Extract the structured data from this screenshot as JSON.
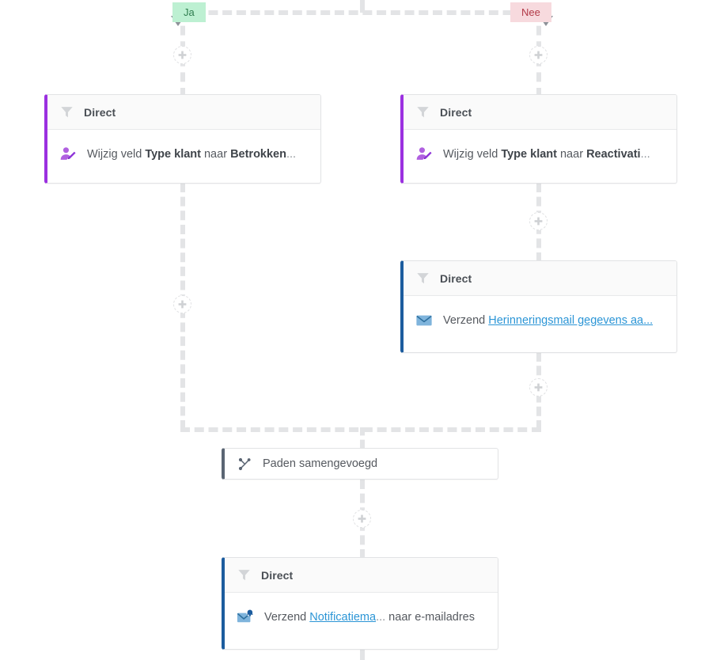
{
  "workflow": {
    "branch_labels": {
      "yes": "Ja",
      "no": "Nee"
    },
    "colors": {
      "accent_purple": "#9b30e0",
      "accent_blue": "#1c5c9e",
      "link_blue": "#2b95d6",
      "yes_bg": "#bdf0d2",
      "yes_text": "#2f7d4f",
      "no_bg": "#f7dade",
      "no_text": "#b23a48",
      "connector": "#e3e4e6"
    },
    "cards": [
      {
        "id": "card-left-wijzig",
        "header_label": "Direct",
        "header_icon": "funnel-icon",
        "body_icon": "user-edit-icon",
        "accent": "purple",
        "text_parts": [
          {
            "type": "plain",
            "text": "Wijzig veld "
          },
          {
            "type": "bold",
            "text": "Type klant"
          },
          {
            "type": "plain",
            "text": " naar "
          },
          {
            "type": "bold",
            "text": "Betrokken"
          },
          {
            "type": "ellipsis",
            "text": "..."
          }
        ],
        "full_text": "Wijzig veld Type klant naar Betrokken..."
      },
      {
        "id": "card-right-wijzig",
        "header_label": "Direct",
        "header_icon": "funnel-icon",
        "body_icon": "user-edit-icon",
        "accent": "purple",
        "text_parts": [
          {
            "type": "plain",
            "text": "Wijzig veld "
          },
          {
            "type": "bold",
            "text": "Type klant"
          },
          {
            "type": "plain",
            "text": " naar "
          },
          {
            "type": "bold",
            "text": "Reactivati"
          },
          {
            "type": "ellipsis",
            "text": "..."
          }
        ],
        "full_text": "Wijzig veld Type klant naar Reactivati..."
      },
      {
        "id": "card-right-herinnering",
        "header_label": "Direct",
        "header_icon": "funnel-icon",
        "body_icon": "envelope-icon",
        "accent": "blue",
        "text_parts": [
          {
            "type": "plain",
            "text": "Verzend "
          },
          {
            "type": "link",
            "text": "Herinneringsmail gegevens aa"
          },
          {
            "type": "link-ellipsis",
            "text": "..."
          }
        ],
        "full_text": "Verzend Herinneringsmail gegevens aa..."
      },
      {
        "id": "card-bottom-notificatie",
        "header_label": "Direct",
        "header_icon": "funnel-icon",
        "body_icon": "envelope-badge-icon",
        "accent": "blue",
        "text_parts": [
          {
            "type": "plain",
            "text": "Verzend "
          },
          {
            "type": "link",
            "text": "Notificatiema"
          },
          {
            "type": "ellipsis",
            "text": "..."
          },
          {
            "type": "plain",
            "text": " naar "
          },
          {
            "type": "dotted",
            "text": "e-mailadres"
          }
        ],
        "full_text": "Verzend Notificatiema... naar e-mailadres"
      }
    ],
    "merge_node": {
      "label": "Paden samengevoegd",
      "icon": "merge-paths-icon"
    },
    "add_buttons": [
      {
        "id": "add-step-left-top",
        "icon": "plus-icon"
      },
      {
        "id": "add-step-right-top",
        "icon": "plus-icon"
      },
      {
        "id": "add-step-right-mid",
        "icon": "plus-icon"
      },
      {
        "id": "add-step-left-mid",
        "icon": "plus-icon"
      },
      {
        "id": "add-step-right-low",
        "icon": "plus-icon"
      },
      {
        "id": "add-step-center-low",
        "icon": "plus-icon"
      }
    ]
  }
}
